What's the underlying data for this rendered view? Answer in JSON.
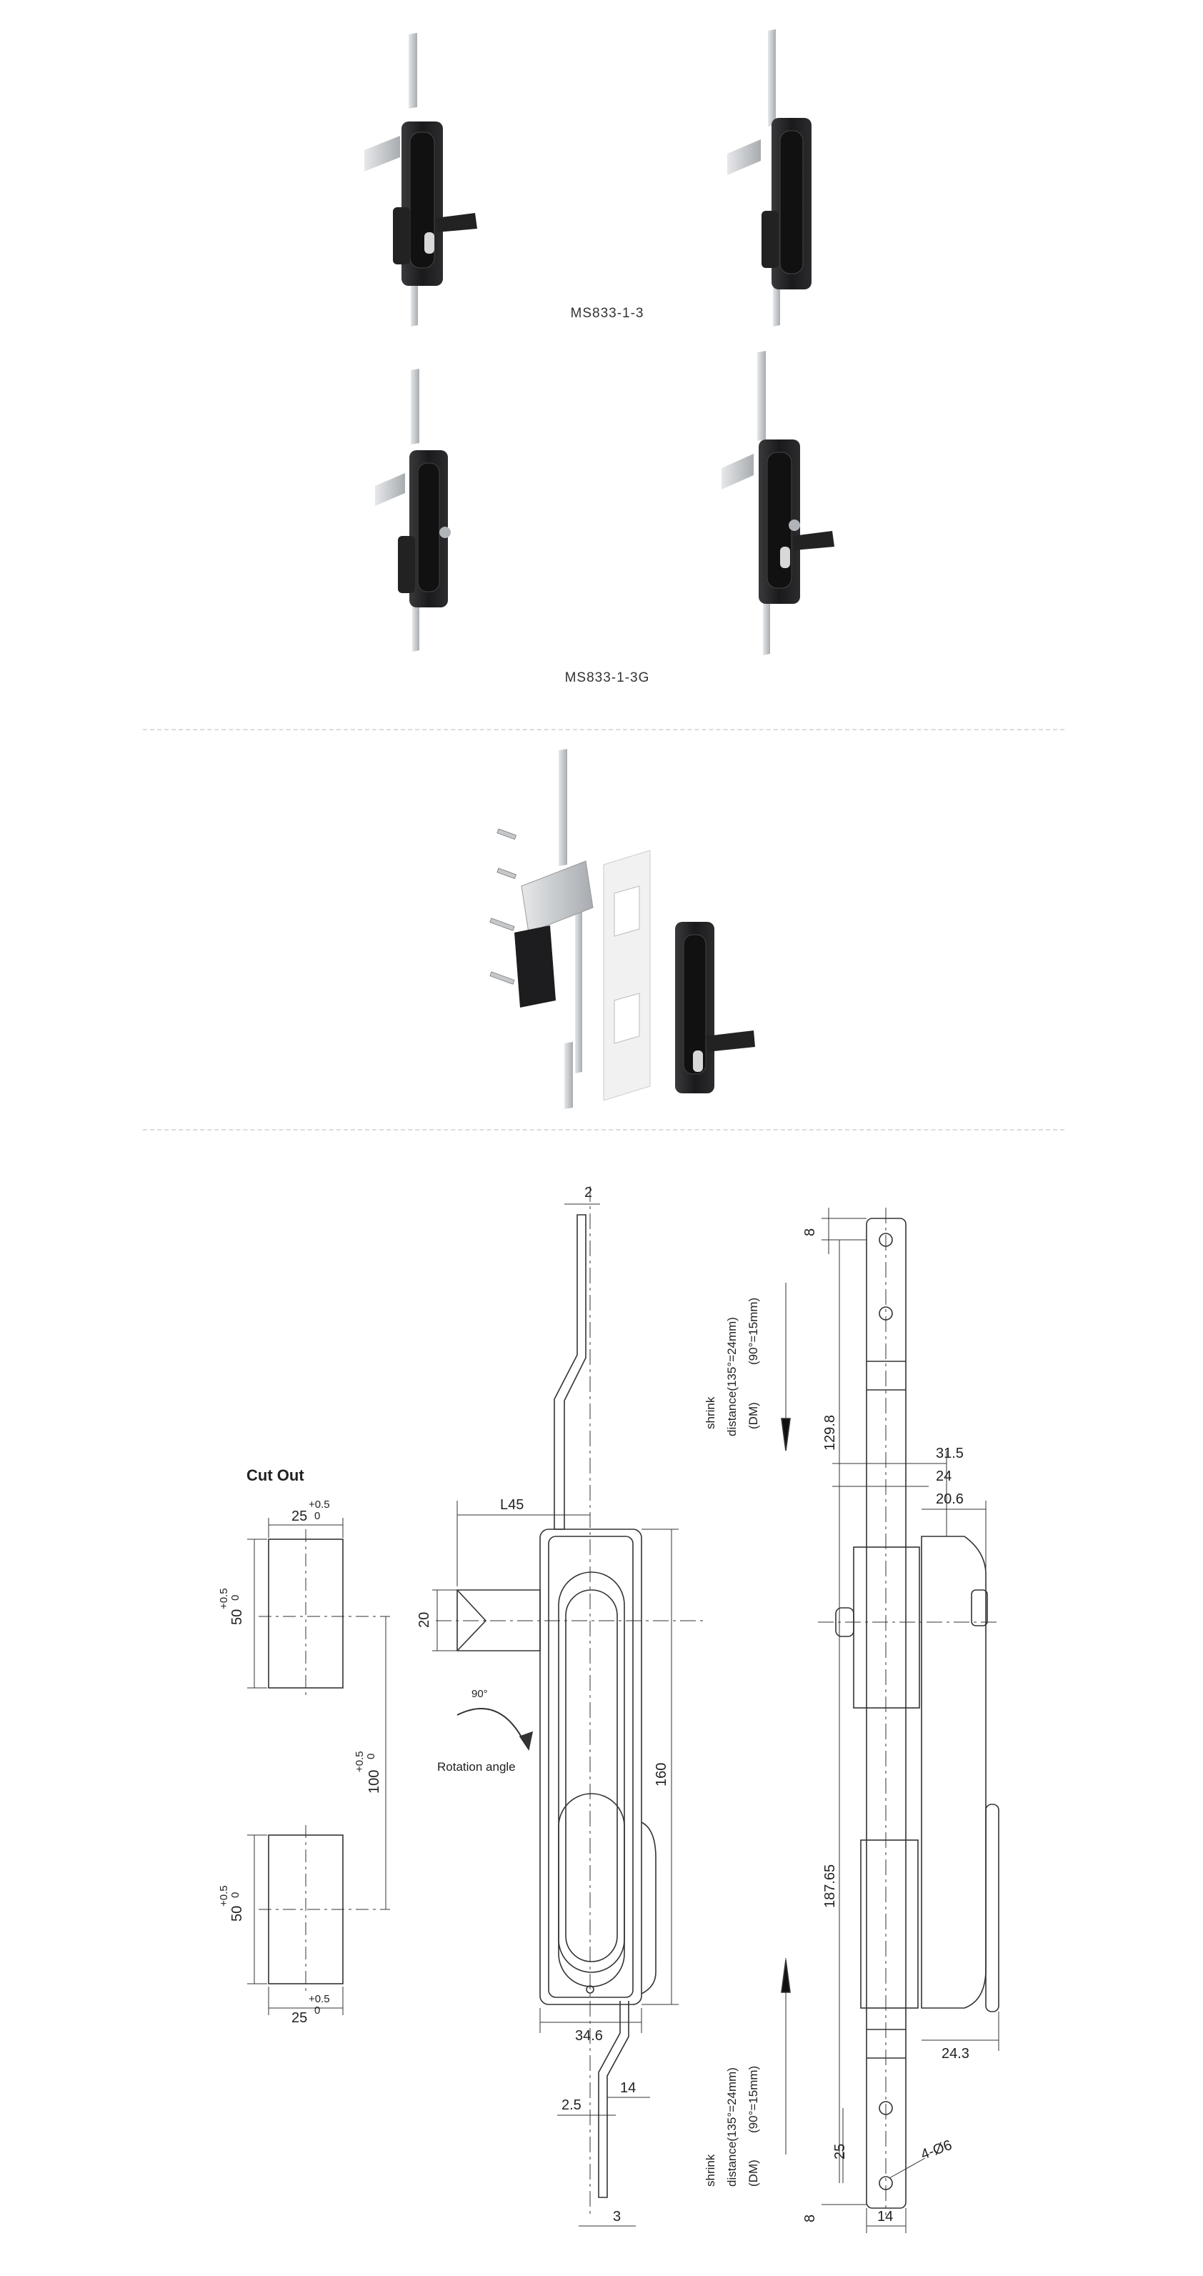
{
  "captions": {
    "row1": "MS833-1-3",
    "row2": "MS833-1-3G"
  },
  "cutout": {
    "title": "Cut Out",
    "top_width": "25",
    "top_width_tol": "+0.5",
    "top_width_tol_low": "0",
    "height_top": "50",
    "height_tol": "+0.5",
    "height_tol_low": "0",
    "spacing": "100",
    "spacing_tol": "+0.5",
    "spacing_tol_low": "0",
    "height_bottom": "50",
    "height_bottom_tol": "+0.5",
    "height_bottom_tol_low": "0",
    "bottom_width": "25",
    "bottom_width_tol": "+0.5",
    "bottom_width_tol_low": "0"
  },
  "front_view": {
    "dim_top_thickness": "2",
    "dim_l45": "L45",
    "dim_20": "20",
    "dim_160": "160",
    "rotation_angle_badge": "90°",
    "rotation_label": "Rotation angle",
    "dim_34_6": "34.6",
    "dim_14": "14",
    "dim_2_5": "2.5",
    "dim_3": "3"
  },
  "side_view": {
    "dim_8_top": "8",
    "dim_129_8": "129.8",
    "dim_31_5": "31.5",
    "dim_24": "24",
    "dim_20_6": "20.6",
    "dim_187_65": "187.65",
    "dim_24_3": "24.3",
    "dim_25": "25",
    "dim_hole": "4-Ø6",
    "dim_8_bottom": "8",
    "dim_14": "14",
    "shrink_top": {
      "line1": "shrink",
      "line2": "distance(135°=24mm)",
      "line3": "(DM)",
      "line4": "(90°=15mm)"
    },
    "shrink_bottom": {
      "line1": "shrink",
      "line2": "distance(135°=24mm)",
      "line3": "(DM)",
      "line4": "(90°=15mm)"
    }
  },
  "colors": {
    "body": "#1e1e20",
    "metal": "#c9ccd0",
    "line": "#333333",
    "divider": "#dcdcdc"
  }
}
